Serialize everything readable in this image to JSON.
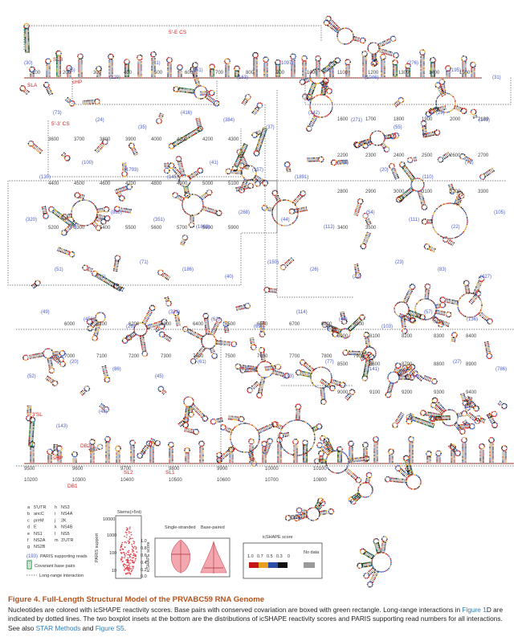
{
  "figure": {
    "labels_red": [
      "5'-E CS",
      "SLB",
      "SLA",
      "cHP",
      "5'-3' CS",
      "3'SL",
      "sHP",
      "DB2",
      "DB1",
      "SL2",
      "SL1"
    ],
    "numbers": [
      "100",
      "200",
      "300",
      "400",
      "500",
      "600",
      "700",
      "800",
      "900",
      "1000",
      "1100",
      "1200",
      "1300",
      "1400",
      "1500",
      "1600",
      "1700",
      "1800",
      "1900",
      "2000",
      "2100",
      "2200",
      "2300",
      "2400",
      "2500",
      "2600",
      "2700",
      "2800",
      "2900",
      "3000",
      "3100",
      "3200",
      "3300",
      "3400",
      "3500",
      "3600",
      "3700",
      "3800",
      "3900",
      "4000",
      "4100",
      "4200",
      "4300",
      "4400",
      "4500",
      "4600",
      "4700",
      "4800",
      "4900",
      "5000",
      "5100",
      "5200",
      "5300",
      "5400",
      "5500",
      "5600",
      "5700",
      "5800",
      "5900",
      "6000",
      "6100",
      "6200",
      "6300",
      "6400",
      "6500",
      "6600",
      "6700",
      "6800",
      "6900",
      "7000",
      "7100",
      "7200",
      "7300",
      "7400",
      "7500",
      "7600",
      "7700",
      "7800",
      "7900",
      "8000",
      "8100",
      "8200",
      "8300",
      "8400",
      "8500",
      "8600",
      "8700",
      "8800",
      "8900",
      "9000",
      "9100",
      "9200",
      "9300",
      "9400",
      "9500",
      "9600",
      "9700",
      "9800",
      "9900",
      "10000",
      "10100",
      "10200",
      "10300",
      "10400",
      "10500",
      "10600",
      "10700",
      "10800"
    ],
    "paris_counts": [
      "(30)",
      "(25)",
      "(129)",
      "(41)",
      "(51)",
      "(163)",
      "(1097)",
      "(332)",
      "(1046)",
      "(276)",
      "(195)",
      "(31)",
      "(73)",
      "(24)",
      "(35)",
      "(416)",
      "(384)",
      "(37)",
      "(142)",
      "(271)",
      "(55)",
      "(28)",
      "(143)",
      "(130)",
      "(100)",
      "(1793)",
      "(145)",
      "(41)",
      "(157)",
      "(1891)",
      "(146)",
      "(20)",
      "(110)",
      "(71)",
      "(320)",
      "(29)",
      "(886)",
      "(351)",
      "(1863)",
      "(268)",
      "(44)",
      "(112)",
      "(54)",
      "(111)",
      "(22)",
      "(105)",
      "(51)",
      "(21)",
      "(71)",
      "(186)",
      "(40)",
      "(150)",
      "(26)",
      "(22)",
      "(23)",
      "(83)",
      "(427)",
      "(49)",
      "(456)",
      "(26)",
      "(321)",
      "(62)",
      "(69)",
      "(114)",
      "(45)",
      "(103)",
      "(57)",
      "(136)",
      "(52)",
      "(20)",
      "(86)",
      "(45)",
      "(61)",
      "(21)",
      "(193)",
      "(77)",
      "(141)",
      "(74)",
      "(27)",
      "(786)",
      "(143)",
      "(43)"
    ],
    "legend": {
      "abbrev_left": [
        {
          "key": "a",
          "name": "5'UTR"
        },
        {
          "key": "b",
          "name": "ancC"
        },
        {
          "key": "c",
          "name": "preM"
        },
        {
          "key": "d",
          "name": "E"
        },
        {
          "key": "e",
          "name": "NS1"
        },
        {
          "key": "f",
          "name": "NS2A"
        },
        {
          "key": "g",
          "name": "NS2B"
        }
      ],
      "abbrev_right": [
        {
          "key": "h",
          "name": "NS3"
        },
        {
          "key": "i",
          "name": "NS4A"
        },
        {
          "key": "j",
          "name": "2K"
        },
        {
          "key": "k",
          "name": "NS4B"
        },
        {
          "key": "l",
          "name": "NS5"
        },
        {
          "key": "m",
          "name": "3'UTR"
        }
      ],
      "paris_example": "(193)",
      "paris_text": "PARIS supporting reads",
      "covariant_text": "Covariant base pairs",
      "longrange_text": "Long-range interaction"
    },
    "inset1": {
      "title": "Stems(>5nt)",
      "ylabel": "PARIS support",
      "yticks": [
        "10000",
        "1000",
        "100",
        "10"
      ]
    },
    "inset2": {
      "ylabel": "icSHAPE score",
      "yticks": [
        "1.0",
        "0.8",
        "0.6",
        "0.4",
        "0.2",
        "0.0"
      ],
      "groups": [
        "Single-stranded",
        "Base-paired"
      ]
    },
    "colorbar": {
      "title": "icSHAPE score",
      "ticks": [
        "1.0",
        "0.7",
        "0.5",
        "0.3",
        "0"
      ],
      "nodata": "No data",
      "colors": [
        "#c01818",
        "#e8a020",
        "#2b4fa8",
        "#111111"
      ],
      "nodata_color": "#9a9a9a"
    }
  },
  "caption": {
    "title": "Figure 4.  Full-Length Structural Model of the PRVABC59 RNA Genome",
    "body_1": "Nucleotides are colored with icSHAPE reactivity scores. Base pairs with conserved covariation are boxed with green rectangle. Long-range interactions in ",
    "link_1": "Figure 1",
    "body_2": "D are indicated by dotted lines. The two boxplot insets at the bottom are the distributions of icSHAPE reactivity scores and PARIS supporting read numbers for all interactions. See also ",
    "link_2": "STAR Methods",
    "body_3": " and ",
    "link_3": "Figure S5",
    "body_4": "."
  }
}
